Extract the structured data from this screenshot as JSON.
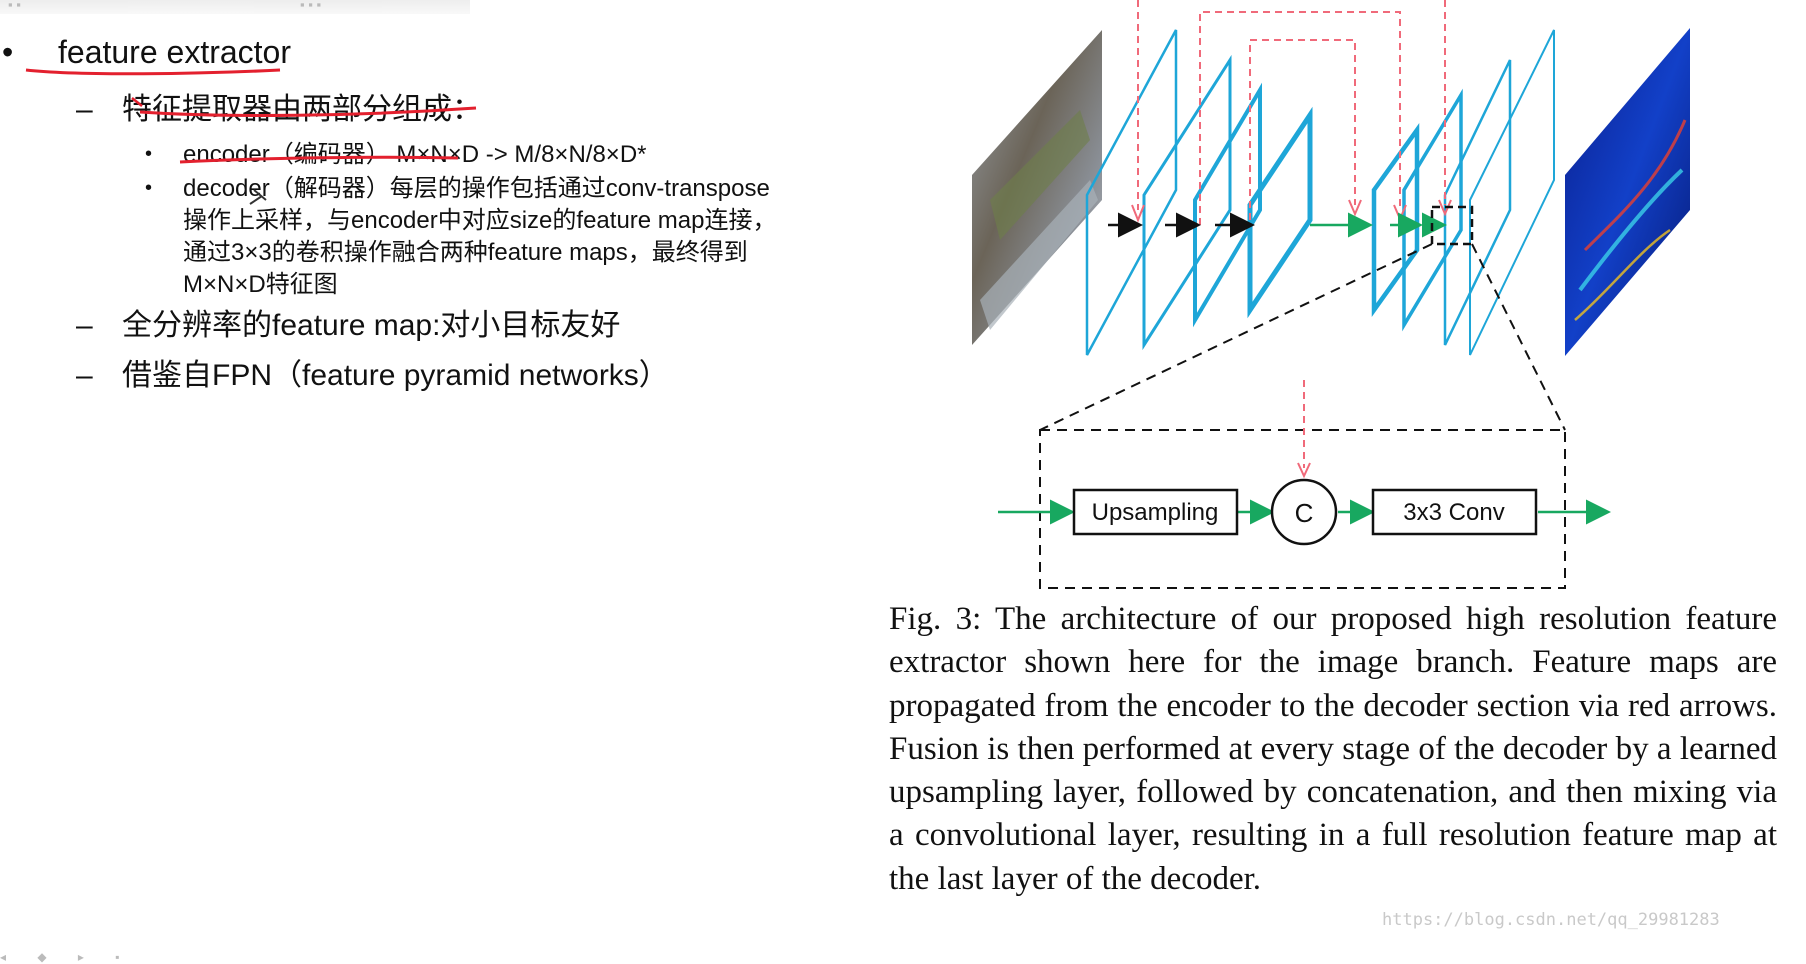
{
  "slide": {
    "bullet": "feature extractor",
    "sub1": "特征提取器由两部分组成：",
    "encoder_line": "encoder（编码器） M×N×D -> M/8×N/8×D*",
    "decoder_lines": [
      "decoder（解码器）每层的操作包括通过conv-transpose",
      "操作上采样，与encoder中对应size的feature map连接，",
      "通过3×3的卷积操作融合两种feature maps，最终得到",
      "M×N×D特征图"
    ],
    "sub2": "全分辨率的feature map:对小目标友好",
    "sub3": "借鉴自FPN（feature pyramid networks）"
  },
  "figure": {
    "upsampling_label": "Upsampling",
    "concat_label": "C",
    "conv_label": "3x3 Conv",
    "caption": "Fig. 3: The architecture of our proposed high resolution feature extractor shown here for the image branch. Feature maps are propagated from the encoder to the decoder section via red arrows. Fusion is then performed at every stage of the decoder by a learned upsampling layer, followed by concatenation, and then mixing via a convolutional layer, resulting in a full resolution feature map at the last layer of the decoder."
  },
  "watermark": "https://blog.csdn.net/qq_29981283",
  "colors": {
    "layer_blue": "#1ea6d8",
    "skip_red": "#f06a7a",
    "flow_green": "#18a860",
    "annotation_red": "#e3202e"
  }
}
